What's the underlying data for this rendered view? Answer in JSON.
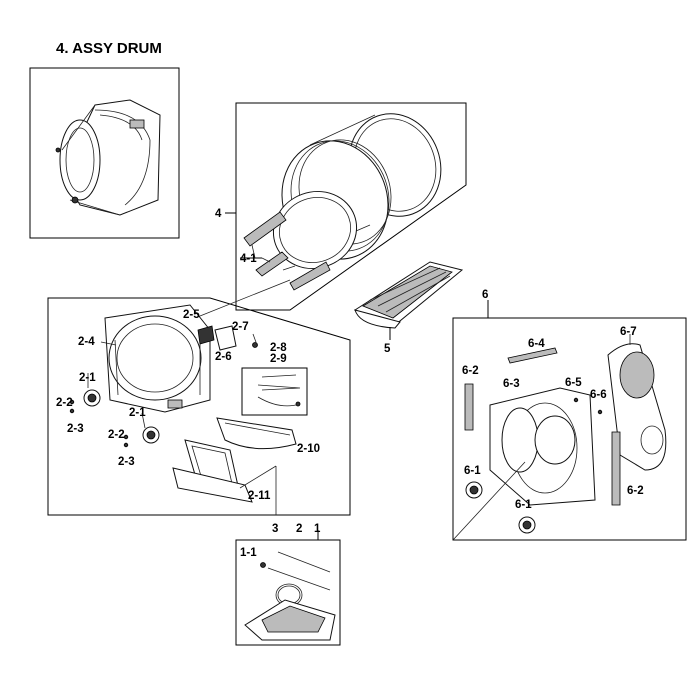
{
  "title": "4. ASSY DRUM",
  "labels": {
    "l4": "4",
    "l4_1": "4-1",
    "l5": "5",
    "l6": "6",
    "l2_5": "2-5",
    "l2_7": "2-7",
    "l2_4": "2-4",
    "l2_6": "2-6",
    "l2_8": "2-8",
    "l2_9": "2-9",
    "l2_1a": "2-1",
    "l2_2a": "2-2",
    "l2_3a": "2-3",
    "l2_1b": "2-1",
    "l2_2b": "2-2",
    "l2_3b": "2-3",
    "l2_10": "2-10",
    "l2_11": "2-11",
    "l3": "3",
    "l2": "2",
    "l1": "1",
    "l1_1": "1-1",
    "l6_4": "6-4",
    "l6_7": "6-7",
    "l6_2a": "6-2",
    "l6_3": "6-3",
    "l6_5": "6-5",
    "l6_6": "6-6",
    "l6_1a": "6-1",
    "l6_2b": "6-2",
    "l6_1b": "6-1"
  }
}
